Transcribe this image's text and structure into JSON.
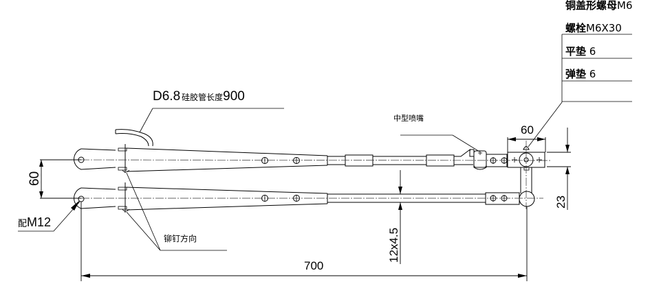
{
  "drawing": {
    "title": "wiper arm assembly drawing",
    "parts_list": [
      {
        "name": "铜盖形螺母",
        "spec": "M6"
      },
      {
        "name": "螺栓",
        "spec": "M6X30"
      },
      {
        "name": "平垫",
        "spec": " 6"
      },
      {
        "name": "弹垫",
        "spec": " 6"
      }
    ],
    "callouts": {
      "hose": {
        "prefix": "D6.8",
        "name": "硅胶管长度",
        "value": "900"
      },
      "nozzle": "中型喷嘴",
      "mount": {
        "prefix": "配",
        "value": "M12"
      },
      "rivet": "铆钉方向"
    },
    "dimensions": {
      "arm_spacing": "60",
      "total_length": "700",
      "tube_size": "12x4.5",
      "bracket_width": "60",
      "bracket_offset": "23"
    },
    "colors": {
      "line": "#000000",
      "background": "#ffffff"
    }
  }
}
